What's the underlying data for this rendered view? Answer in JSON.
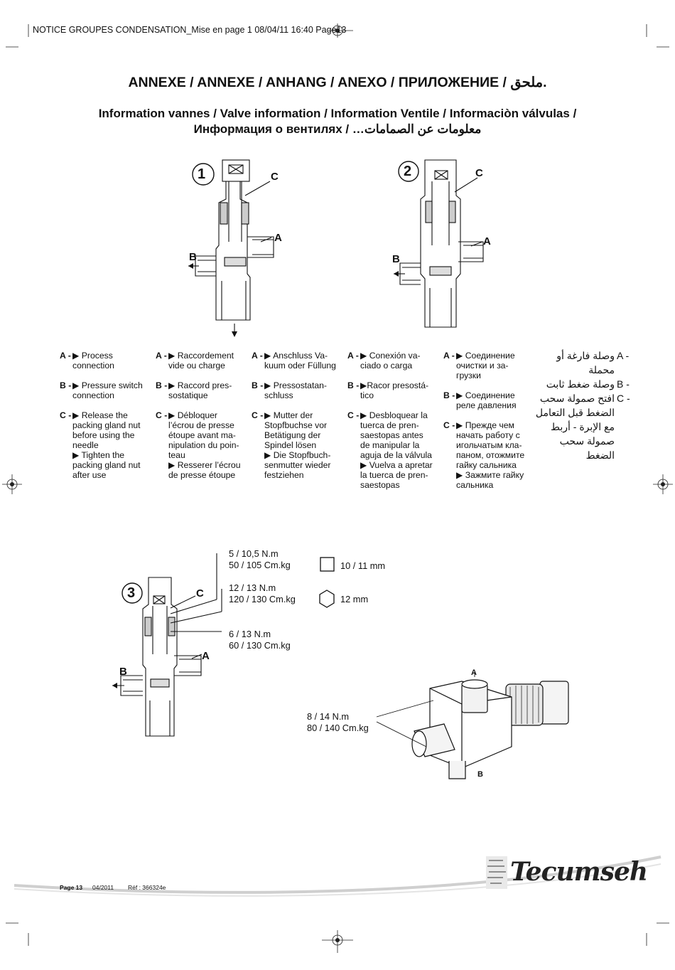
{
  "slug": "NOTICE GROUPES CONDENSATION_Mise en page 1  08/04/11  16:40  Page13",
  "title": "ANNEXE / ANNEXE / ANHANG / ANEXO / ПРИЛОЖЕНИЕ / ملحق.",
  "subtitle_line1": "Information vannes / Valve information / Information Ventile / Informaciòn válvulas /",
  "subtitle_line2": "Информация о вентилях / …معلومات عن الصمامات",
  "figures": {
    "fig1": {
      "number": "1",
      "labels": {
        "a": "A",
        "b": "B",
        "c": "C"
      }
    },
    "fig2": {
      "number": "2",
      "labels": {
        "a": "A",
        "b": "B",
        "c": "C"
      }
    },
    "fig3": {
      "number": "3",
      "labels": {
        "a": "A",
        "b": "B",
        "c": "C"
      }
    },
    "fig4": {
      "labels": {
        "a": "A",
        "b": "B"
      }
    }
  },
  "legend": {
    "en": [
      {
        "key": "A -",
        "text": "▶ Process\nconnection"
      },
      {
        "key": "B -",
        "text": "▶ Pressure switch\nconnection"
      },
      {
        "key": "C -",
        "text": "▶ Release the\npacking gland nut\nbefore using the\nneedle\n▶ Tighten the\npacking gland nut\nafter use"
      }
    ],
    "fr": [
      {
        "key": "A -",
        "text": "▶ Raccordement\nvide ou charge"
      },
      {
        "key": "B -",
        "text": "▶ Raccord pres-\nsostatique"
      },
      {
        "key": "C -",
        "text": "▶ Débloquer\nl’écrou de presse\nétoupe avant ma-\nnipulation du poin-\nteau\n▶ Resserer l’écrou\nde presse étoupe"
      }
    ],
    "de": [
      {
        "key": "A -",
        "text": "▶ Anschluss Va-\nkuum oder Füllung"
      },
      {
        "key": "B -",
        "text": "▶ Pressostatan-\nschluss"
      },
      {
        "key": "C -",
        "text": "▶ Mutter der\nStopfbuchse vor\nBetätigung der\nSpindel lösen\n▶ Die Stopfbuch-\nsenmutter wieder\nfestziehen"
      }
    ],
    "es": [
      {
        "key": "A -",
        "text": "▶ Conexión va-\nciado o carga"
      },
      {
        "key": "B -",
        "text": "▶Racor presostá-\ntico"
      },
      {
        "key": "C -",
        "text": "▶ Desbloquear la\ntuerca de pren-\nsaestopas antes\nde manipular la\naguja de la válvula\n▶ Vuelva a apretar\nla tuerca de pren-\nsaestopas"
      }
    ],
    "ru": [
      {
        "key": "A -",
        "text": "▶ Соединение\nочистки и за-\nгрузки"
      },
      {
        "key": "B -",
        "text": "▶ Соединение\nреле давления"
      },
      {
        "key": "C -",
        "text": "▶ Прежде чем\nначать работу с\nигольчатым кла-\nпаном, отожмите\nгайку сальника\n▶ Зажмите гайку\nсальника"
      }
    ],
    "ar": [
      {
        "key": "A -",
        "text": "وصلة فارغة أو محملة"
      },
      {
        "key": "B -",
        "text": "وصلة ضغط ثابت"
      },
      {
        "key": "C -",
        "text": "افتح صمولة سحب الضغط قبل التعامل مع الإبرة - أربط صمولة سحب الضغط"
      }
    ]
  },
  "torques": {
    "t1": {
      "line1": "5 / 10,5 N.m",
      "line2": "50 / 105 Cm.kg"
    },
    "t2": {
      "line1": "12 / 13 N.m",
      "line2": "120 / 130 Cm.kg"
    },
    "t3": {
      "line1": "6 / 13 N.m",
      "line2": "60 / 130 Cm.kg"
    },
    "t4": {
      "line1": "8 / 14 N.m",
      "line2": "80 / 140 Cm.kg"
    }
  },
  "wrench_sizes": {
    "square": "10 / 11 mm",
    "hex": "12 mm"
  },
  "footer": {
    "page": "Page 13",
    "date": "04/2011",
    "ref": "Réf : 366324e"
  },
  "brand": {
    "name": "Tecumseh"
  }
}
